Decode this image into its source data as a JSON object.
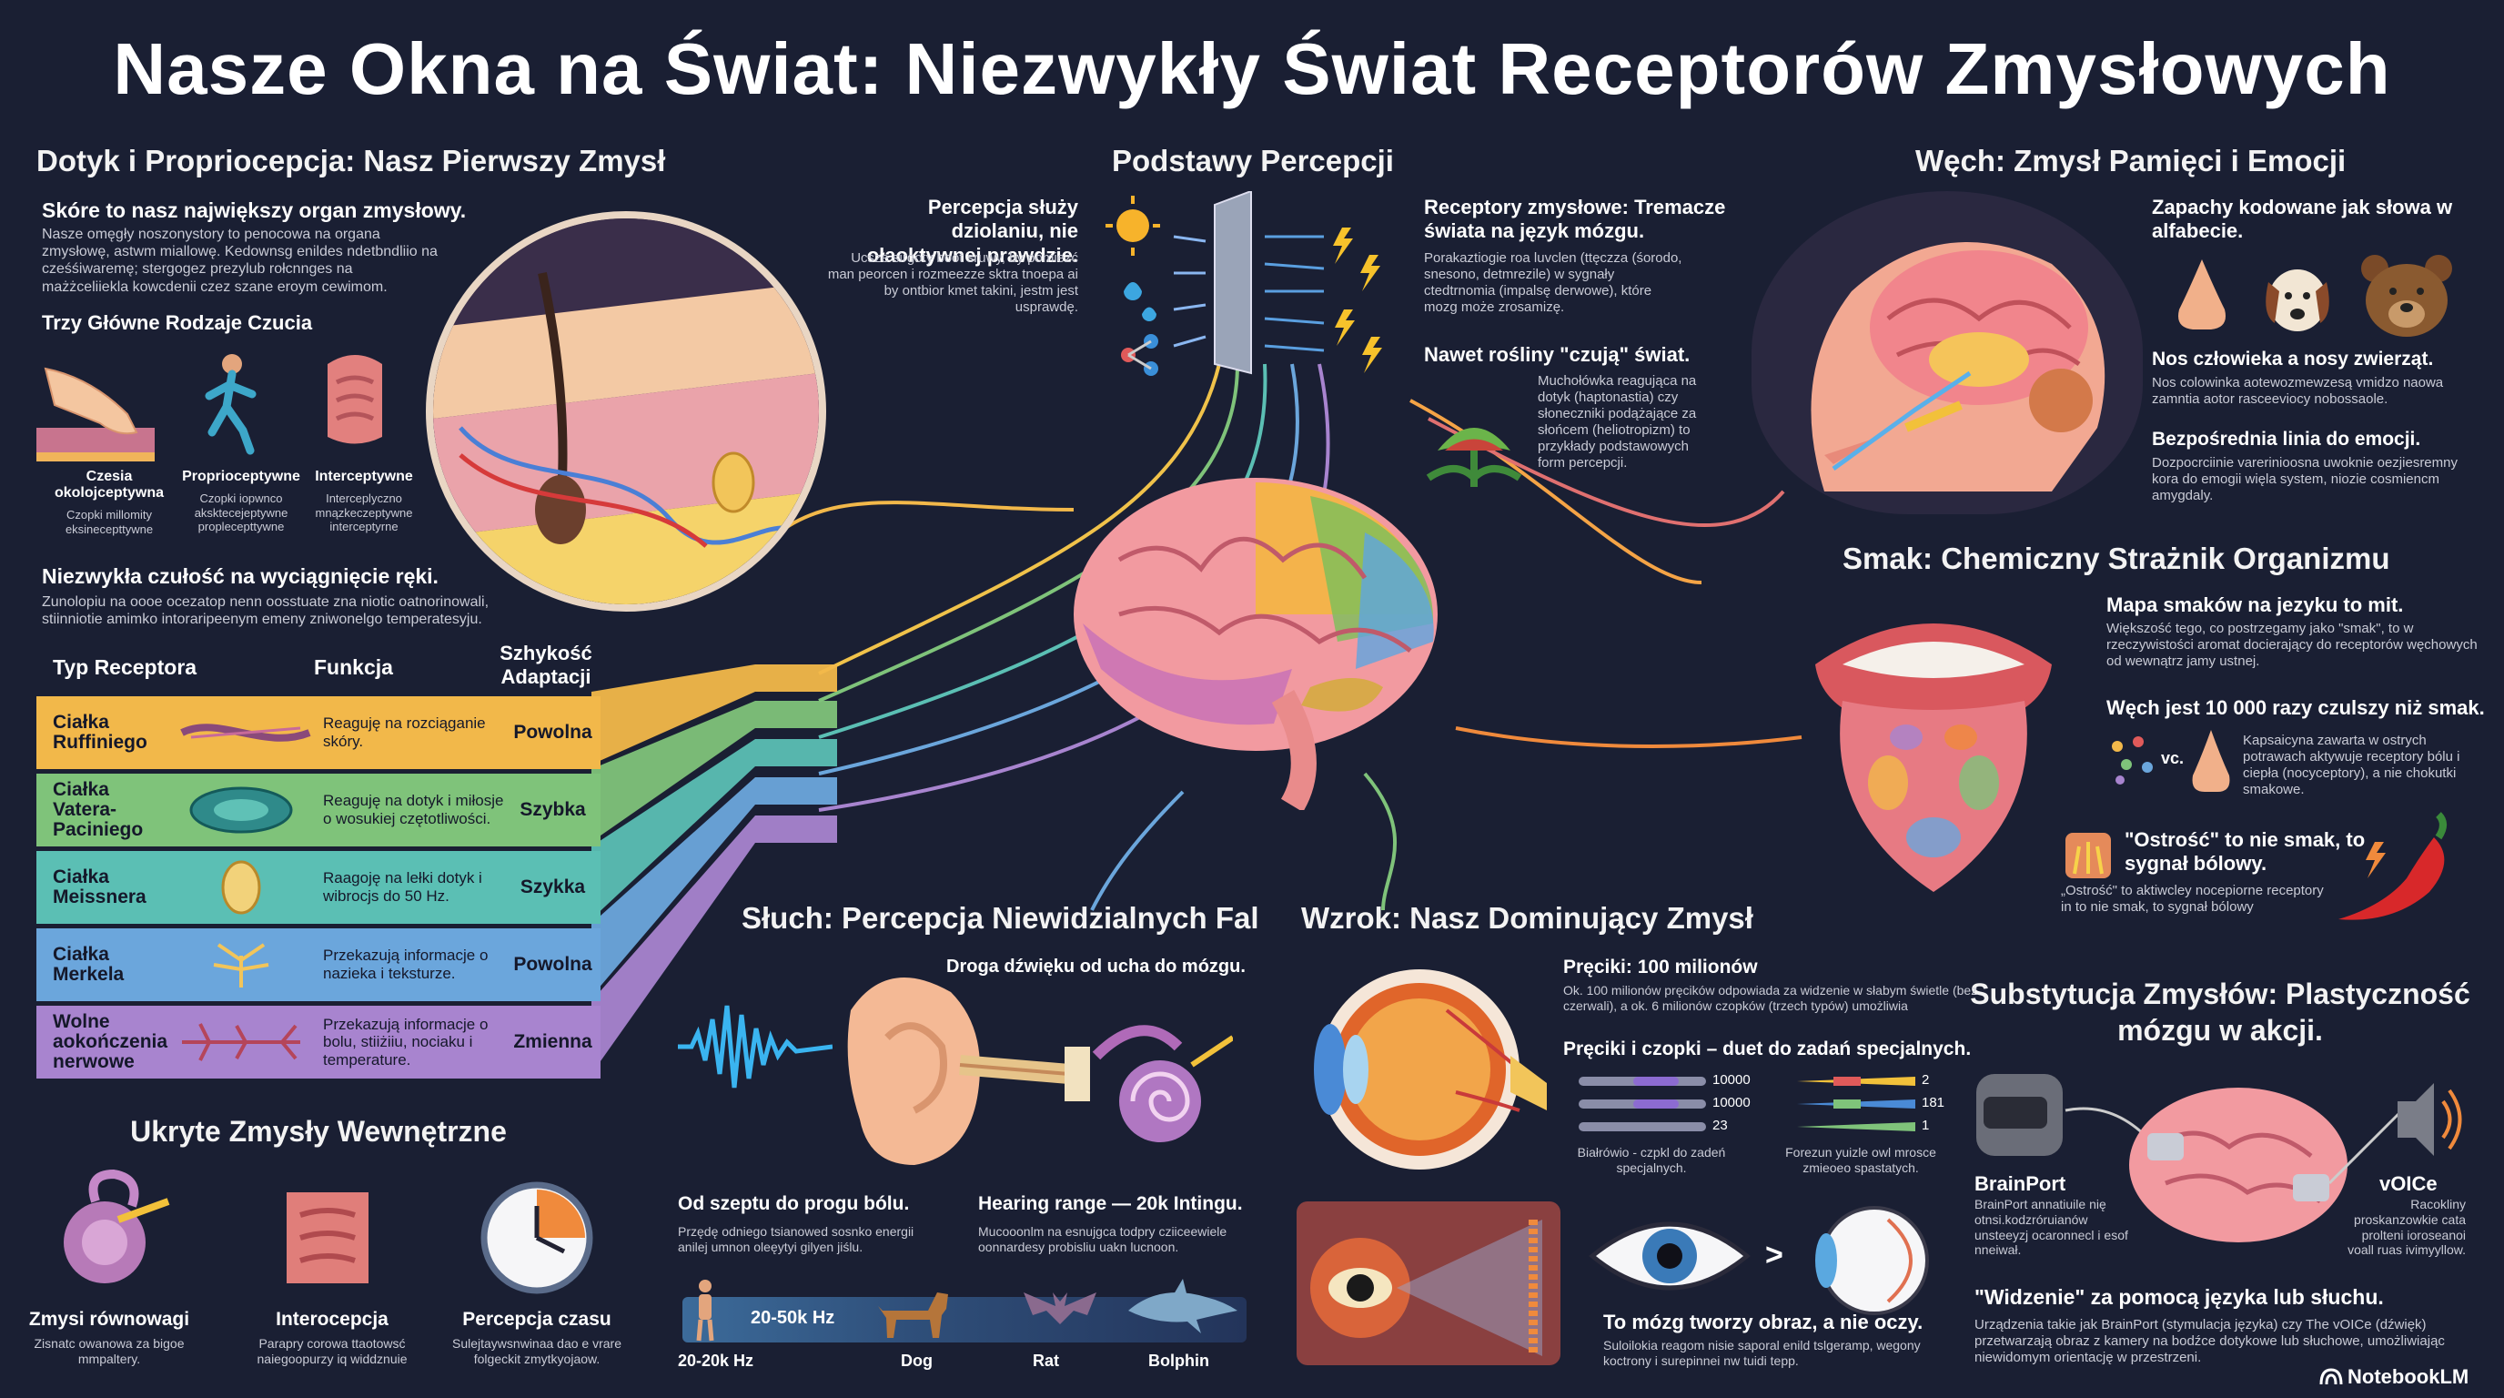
{
  "title": "Nasze Okna na Świat: Niezwykły Świat Receptorów Zmysłowych",
  "touch": {
    "heading": "Dotyk i Propriocepcja: Nasz Pierwszy Zmysł",
    "lead": "Skóre to nasz największy organ zmysłowy.",
    "lead_body": "Nasze omęgły noszonystory to penocowa na organa zmysłowę, astwm miallowę. Kedownsg enildes ndetbndliio na cześśiwaremę; stergogez prezylub rołcnnges na mażżceliiekla kowcdenii czez szane eroym cewimom.",
    "types_heading": "Trzy Główne Rodzaje Czucia",
    "types": [
      {
        "label": "Czesia okolojceptywna",
        "desc": "Czopki millomity eksinecepttywne"
      },
      {
        "label": "Proprioceptywne",
        "desc": "Czopki iopwnco aksktecejeptywne proplecepttywne"
      },
      {
        "label": "Interceptywne",
        "desc": "Interceplyczno mnązkeczeptywne interceptyrne"
      }
    ],
    "sensitivity_heading": "Niezwykła czułość na wyciągnięcie ręki.",
    "sensitivity_body": "Zunolopiu na oooe ocezatop nenn oosstuate zna niotic oatnorinowali, stiinniotie amimko intoraripeenym emeny zniwonelgo temperatesyju."
  },
  "table": {
    "headers": {
      "type": "Typ Receptora",
      "function": "Funkcja",
      "speed": "Szhykość Adaptacji"
    },
    "rows": [
      {
        "name": "Ciałka Ruffiniego",
        "function": "Reaguję na rozciąganie skóry.",
        "speed": "Powolna",
        "color": "#f2b84a"
      },
      {
        "name": "Ciałka Vatera-Paciniego",
        "function": "Reaguję na dotyk i miłosje o wosukiej czętotliwości.",
        "speed": "Szybka",
        "color": "#7fc37a"
      },
      {
        "name": "Ciałka Meissnera",
        "function": "Raagoję na lełki dotyk i wibrocjs do 50 Hz.",
        "speed": "Szykka",
        "color": "#5bbfb4"
      },
      {
        "name": "Ciałka Merkela",
        "function": "Przekazują informacje o nazieka i teksturze.",
        "speed": "Powolna",
        "color": "#6ba6dc"
      },
      {
        "name": "Wolne aokończenia nerwowe",
        "function": "Przekazują informacje o bolu, stiiżiiu, nociaku i temperature.",
        "speed": "Zmienna",
        "color": "#a884cf"
      }
    ]
  },
  "hidden": {
    "heading": "Ukryte Zmysły Wewnętrzne",
    "items": [
      {
        "label": "Zmysi równowagi",
        "desc": "Zisnatc owanowa za bigoe mmpaltery."
      },
      {
        "label": "Interocepcja",
        "desc": "Parapry corowa ttaotowsć naiegoopurzy iq widdznuie"
      },
      {
        "label": "Percepcja czasu",
        "desc": "Sulejtaywsnwinaa dao e vrare folgeckit zmytkyojaow."
      }
    ]
  },
  "basics": {
    "heading": "Podstawy Percepcji",
    "left_title": "Percepcja służy dziolaniu, nie ołaoktywnej prawdzie.",
    "left_body": "Ucsze sirgoty boot sruwy, by pomieżć man peorcen i rozmeezze sktra tnoepa ai by ontbior kmet takini, jestm jest usprawdę.",
    "right_title": "Receptory zmysłowe: Tremacze świata na język mózgu.",
    "right_body": "Porakaztiogie roa luvclen (ttęczza (śorodo, snesono, detmrezile) w sygnały ctedtrnomia (impalsę derwowe), które mozg może zrosamizę.",
    "plants_title": "Nawet rośliny \"czują\" świat.",
    "plants_body": "Muchołówka reagująca na dotyk (haptonastia) czy słoneczniki podążające za słońcem (heliotropizm) to przykłady podstawowych form percepcji."
  },
  "smell": {
    "heading": "Węch: Zmysł Pamięci i Emocji",
    "alphabet_title": "Zapachy kodowane jak słowa w alfabecie.",
    "noses_title": "Nos człowieka a nosy zwierząt.",
    "noses_body": "Nos colowinka aotewozmewzesą vmidzo naowa zamntia aotor rasceeviocy nobossaole.",
    "emotion_title": "Bezpośrednia linia do emocji.",
    "emotion_body": "Dozpocrciinie varerinioosna uwoknie oezjiesremny kora do emogii więla system, niozie cosmiencm amygdaly."
  },
  "taste": {
    "heading": "Smak: Chemiczny Strażnik Organizmu",
    "map_title": "Mapa smaków na jezyku to mit.",
    "map_body": "Większość tego, co postrzegamy jako \"smak\", to w rzeczywistości aromat docierający do receptorów węchowych od wewnątrz jamy ustnej.",
    "ratio_title": "Węch jest 10 000 razy czulszy niż smak.",
    "ratio_vs": "vc.",
    "ratio_body": "Kapsaicyna zawarta w ostrych potrawach aktywuje receptory bólu i ciepła (nocyceptory), a nie chokutki smakowe.",
    "spicy_title": "\"Ostrość\" to nie smak, to sygnał bólowy.",
    "spicy_body": "„Ostrość\" to aktiwcley nocepiorne receptory in to nie smak, to sygnał bólowy"
  },
  "substitution": {
    "heading": "Substytucja Zmysłów: Plastyczność mózgu w akcji.",
    "brainport_title": "BrainPort",
    "brainport_body": "BrainPort annatiuile nię otnsi.kodzróruianów unsteeyzj ocaronnecl i esof nneiwał.",
    "voice_title": "vOICe",
    "voice_body": "Racokliny proskanzowkie cata prolteni ioroseanoi voall ruas ivimyyllow.",
    "vision_title": "\"Widzenie\" za pomocą języka lub słuchu.",
    "vision_body": "Urządzenia takie jak BrainPort (stymulacja języka) czy The vOICe (dźwięk) przetwarzają obraz z kamery na bodźce dotykowe lub słuchowe, umożliwiając niewidomym orientację w przestrzeni."
  },
  "hearing": {
    "heading": "Słuch: Percepcja Niewidzialnych Fal",
    "path_title": "Droga dźwięku od ucha do mózgu.",
    "whisper_title": "Od szeptu do progu bólu.",
    "whisper_body": "Przędę odniego tsianowed sosnko energii anilej umnon oleęytyi gilyen jiślu.",
    "range_title": "Hearing range — 20k Intingu.",
    "range_body": "Mucooonlm na esnujgca todpry cziiceewiele oonnardesy probisliu uakn lucnoon.",
    "band_label": "20-50k Hz",
    "animals": [
      {
        "label": "20-20k Hz"
      },
      {
        "label": "Dog"
      },
      {
        "label": "Rat"
      },
      {
        "label": "Bolphin"
      }
    ]
  },
  "vision": {
    "heading": "Wzrok: Nasz Dominujący Zmysł",
    "rods_title": "Pręciki: 100 milionów",
    "rods_body": "Ok. 100 milionów pręcików odpowiada za widzenie w słabym świetle (bez czerwali), a ok. 6 milionów czopków (trzech typów) umożliwia",
    "duo_title": "Pręciki i czopki – duet do zadań specjalnych.",
    "rod_values": [
      "10000",
      "10000",
      "23"
    ],
    "cone_values": [
      "2",
      "181",
      "1"
    ],
    "rod_caption": "Białrówio - czpkl do zadeń specjalnych.",
    "cone_caption": "Forezun yuizle owl mrosce zmieoeo spastatych.",
    "brain_title": "To mózg tworzy obraz, a nie oczy.",
    "brain_body": "Suloilokia reagom nisie saporal enild tslgeramp, wegony koctrony i surepinnei nw tuidi tepp.",
    "compare": ">"
  },
  "footer": {
    "brand": "NotebookLM"
  },
  "colors": {
    "background": "#1a1f33",
    "yellow": "#f2b84a",
    "green": "#7fc37a",
    "teal": "#5bbfb4",
    "blue": "#6ba6dc",
    "purple": "#a884cf",
    "orange": "#f08a3c",
    "pink": "#e98b8b"
  }
}
